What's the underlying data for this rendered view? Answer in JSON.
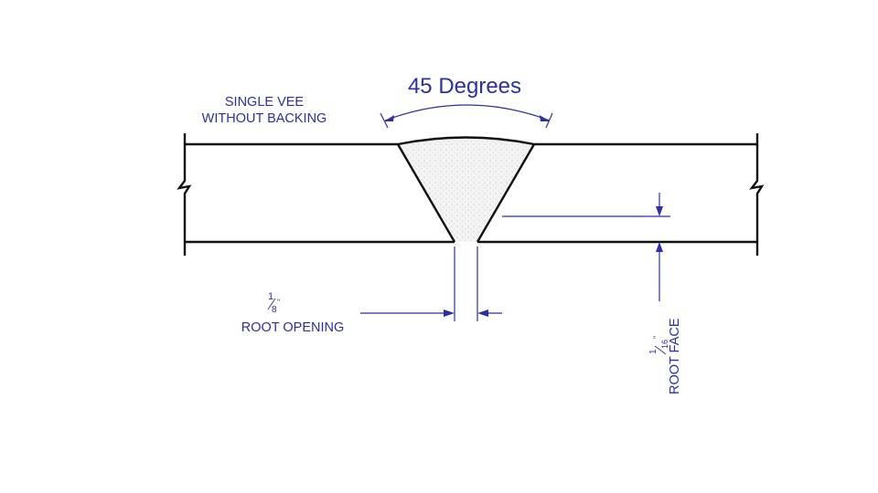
{
  "diagram": {
    "angle_label": "45 Degrees",
    "joint_type": {
      "line1": "SINGLE VEE",
      "line2": "WITHOUT BACKING"
    },
    "root_opening": {
      "fraction_numerator": "1",
      "fraction_denominator": "8",
      "fraction_mark": "\"",
      "label": "ROOT OPENING"
    },
    "root_face": {
      "fraction_numerator": "1",
      "fraction_denominator": "16",
      "fraction_mark": "\"",
      "label": "ROOT FACE"
    },
    "colors": {
      "annotation": "#2b2fa8",
      "outline": "#111111",
      "weld_fill": "#f4f4f4",
      "weld_dots": "#c9c9c9",
      "background": "#ffffff"
    }
  }
}
